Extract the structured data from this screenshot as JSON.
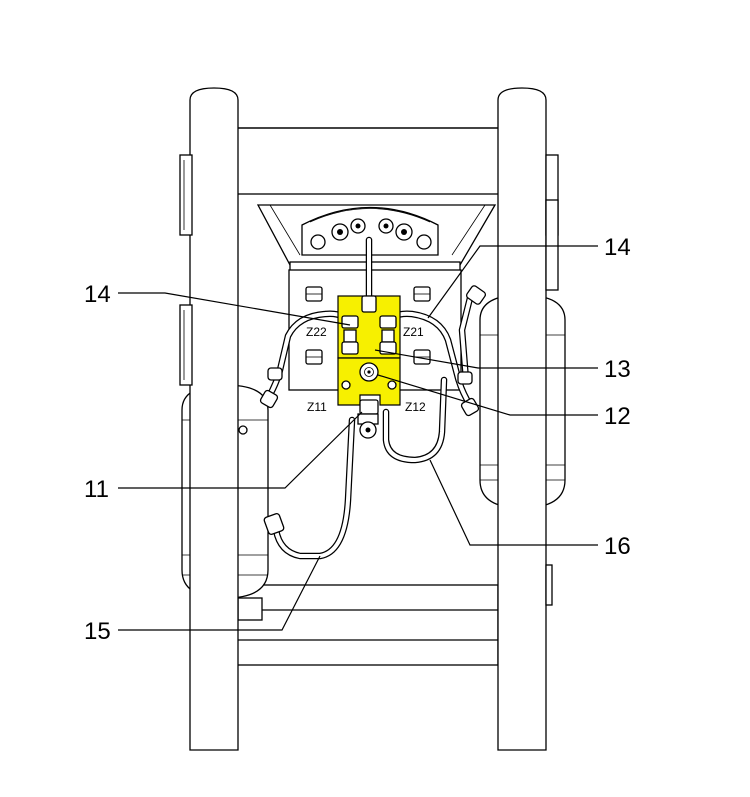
{
  "callouts": {
    "c14_left": "14",
    "c14_right": "14",
    "c13": "13",
    "c12": "12",
    "c11": "11",
    "c16": "16",
    "c15": "15"
  },
  "ports": {
    "z22": "Z22",
    "z21": "Z21",
    "z11": "Z11",
    "z12": "Z12"
  },
  "colors": {
    "valve_block": "#f7f000",
    "lines": "#000000"
  }
}
